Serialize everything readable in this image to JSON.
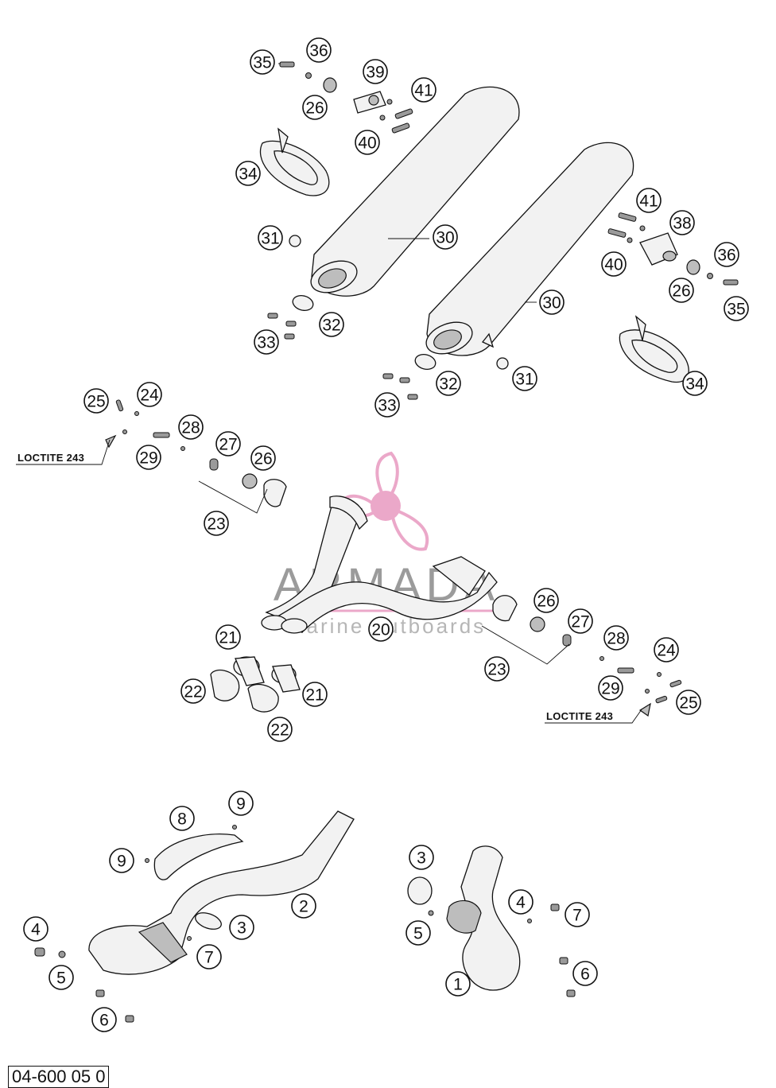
{
  "diagram": {
    "code": "04-600 05 0",
    "note_loctite_left": "LOCTITE 243",
    "note_loctite_right": "LOCTITE 243",
    "watermark": {
      "title": "ARMADA",
      "subtitle": "marine outboards",
      "color_pink": "#e89ac0",
      "color_gray": "#8a8a8a"
    },
    "callouts": [
      {
        "label": "35"
      },
      {
        "label": "36"
      },
      {
        "label": "26"
      },
      {
        "label": "39"
      },
      {
        "label": "41"
      },
      {
        "label": "40"
      },
      {
        "label": "34"
      },
      {
        "label": "31"
      },
      {
        "label": "30"
      },
      {
        "label": "32"
      },
      {
        "label": "33"
      },
      {
        "label": "41"
      },
      {
        "label": "38"
      },
      {
        "label": "40"
      },
      {
        "label": "36"
      },
      {
        "label": "26"
      },
      {
        "label": "35"
      },
      {
        "label": "30"
      },
      {
        "label": "31"
      },
      {
        "label": "32"
      },
      {
        "label": "33"
      },
      {
        "label": "34"
      },
      {
        "label": "25"
      },
      {
        "label": "24"
      },
      {
        "label": "28"
      },
      {
        "label": "29"
      },
      {
        "label": "27"
      },
      {
        "label": "26"
      },
      {
        "label": "23"
      },
      {
        "label": "20"
      },
      {
        "label": "26"
      },
      {
        "label": "27"
      },
      {
        "label": "28"
      },
      {
        "label": "24"
      },
      {
        "label": "23"
      },
      {
        "label": "29"
      },
      {
        "label": "25"
      },
      {
        "label": "21"
      },
      {
        "label": "22"
      },
      {
        "label": "21"
      },
      {
        "label": "22"
      },
      {
        "label": "9"
      },
      {
        "label": "8"
      },
      {
        "label": "9"
      },
      {
        "label": "2"
      },
      {
        "label": "3"
      },
      {
        "label": "7"
      },
      {
        "label": "4"
      },
      {
        "label": "5"
      },
      {
        "label": "6"
      },
      {
        "label": "3"
      },
      {
        "label": "5"
      },
      {
        "label": "4"
      },
      {
        "label": "7"
      },
      {
        "label": "6"
      },
      {
        "label": "1"
      }
    ]
  }
}
